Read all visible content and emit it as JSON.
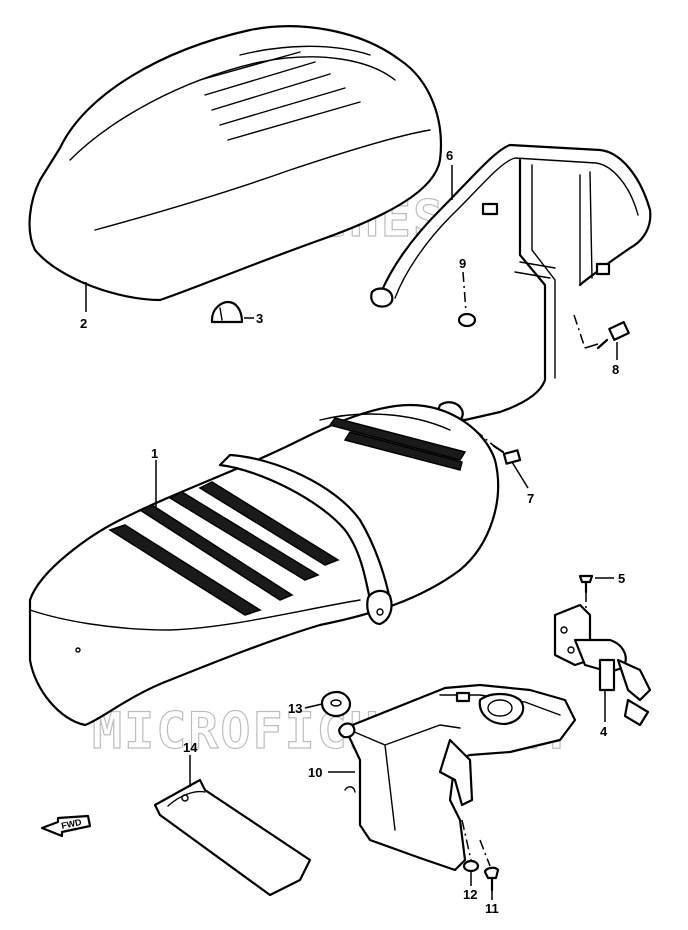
{
  "watermark": "MICROFICHES.NET",
  "fwd_label": "FWD",
  "callouts": {
    "p1": "1",
    "p2": "2",
    "p3": "3",
    "p4": "4",
    "p5": "5",
    "p6": "6",
    "p7": "7",
    "p8": "8",
    "p9": "9",
    "p10": "10",
    "p11": "11",
    "p12": "12",
    "p13": "13",
    "p14": "14"
  }
}
